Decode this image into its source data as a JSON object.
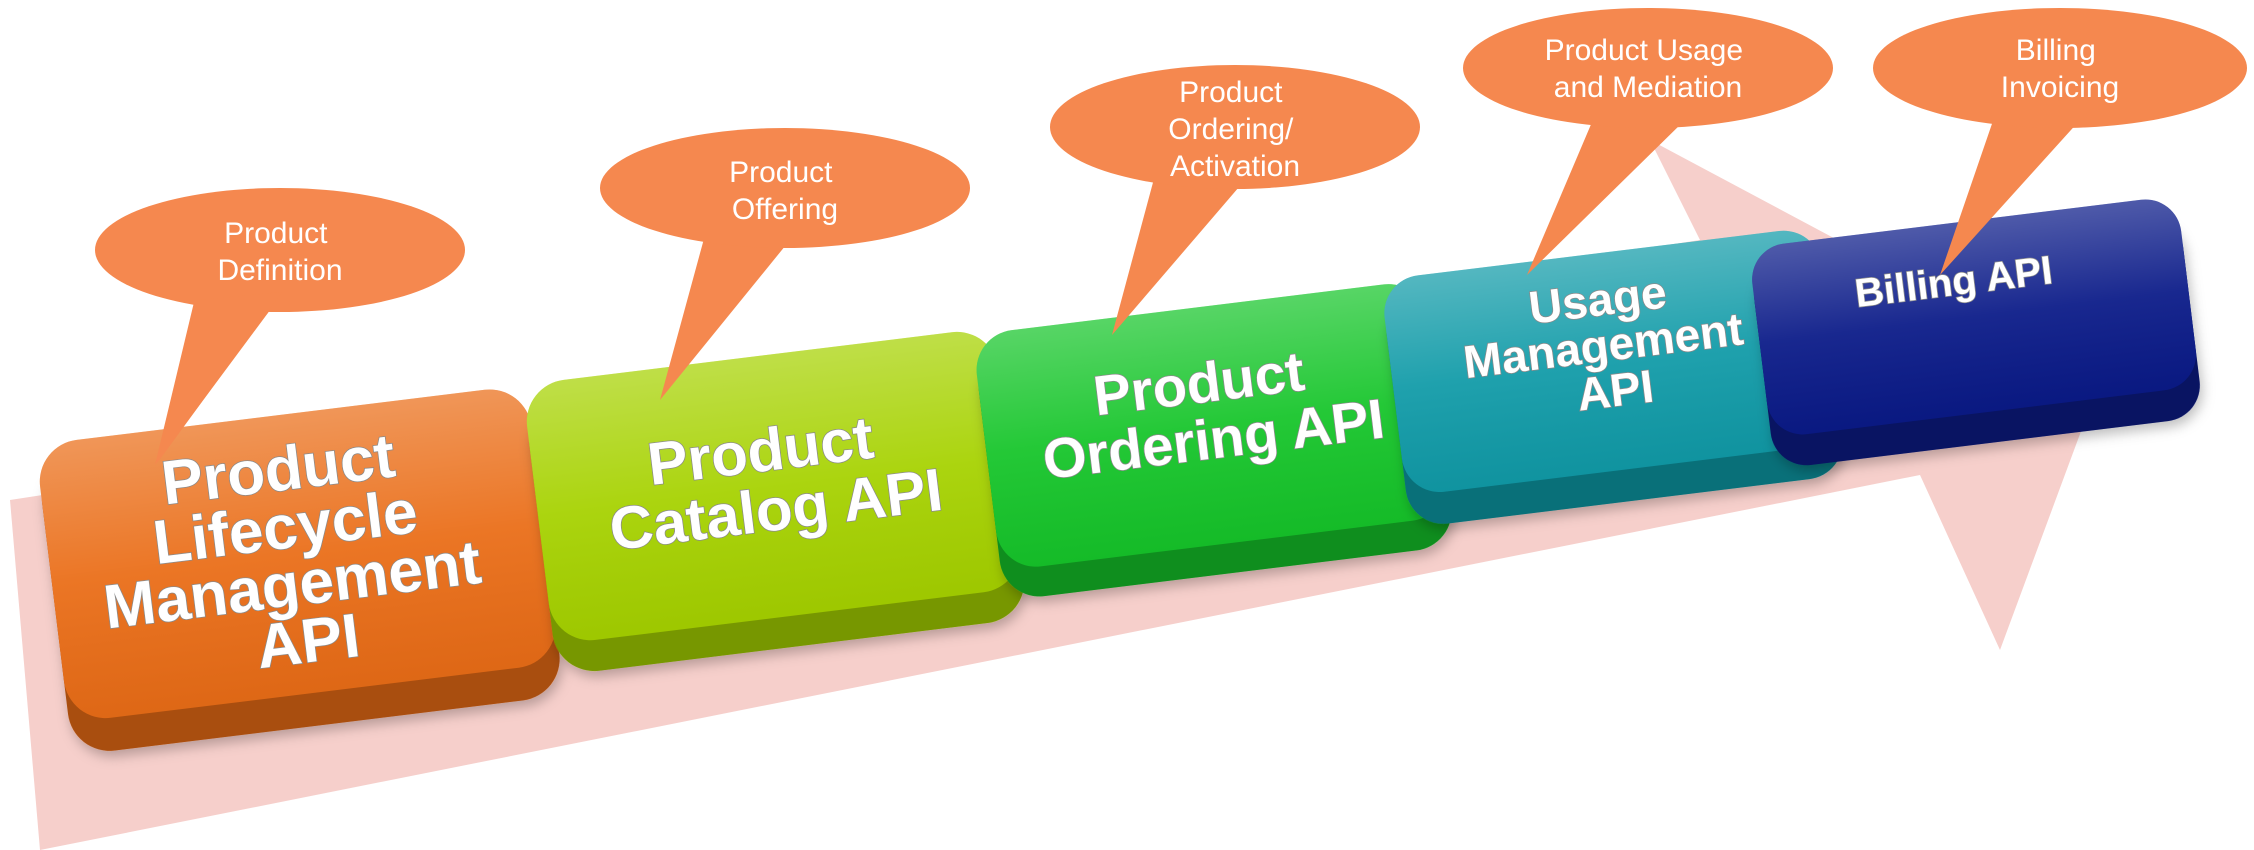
{
  "colors": {
    "arrow": "#f6cfcb",
    "callout": "#f5884f",
    "callout_text": "#ffffff",
    "block_text": "#ffffff"
  },
  "callouts": [
    {
      "lines": [
        "Product",
        "Definition"
      ]
    },
    {
      "lines": [
        "Product",
        "Offering"
      ]
    },
    {
      "lines": [
        "Product",
        "Ordering/",
        "Activation"
      ]
    },
    {
      "lines": [
        "Product Usage",
        "and Mediation"
      ]
    },
    {
      "lines": [
        "Billing",
        "Invoicing"
      ]
    }
  ],
  "blocks": [
    {
      "lines": [
        "Product",
        "Lifecycle",
        "Management",
        "API"
      ],
      "color": "#ea6d17"
    },
    {
      "lines": [
        "Product",
        "Catalog API"
      ],
      "color": "#a6d200"
    },
    {
      "lines": [
        "Product",
        "Ordering API"
      ],
      "color": "#16c52a"
    },
    {
      "lines": [
        "Usage",
        "Management",
        "API"
      ],
      "color": "#119ba8"
    },
    {
      "lines": [
        "Billing API"
      ],
      "color": "#0a1a88"
    }
  ]
}
